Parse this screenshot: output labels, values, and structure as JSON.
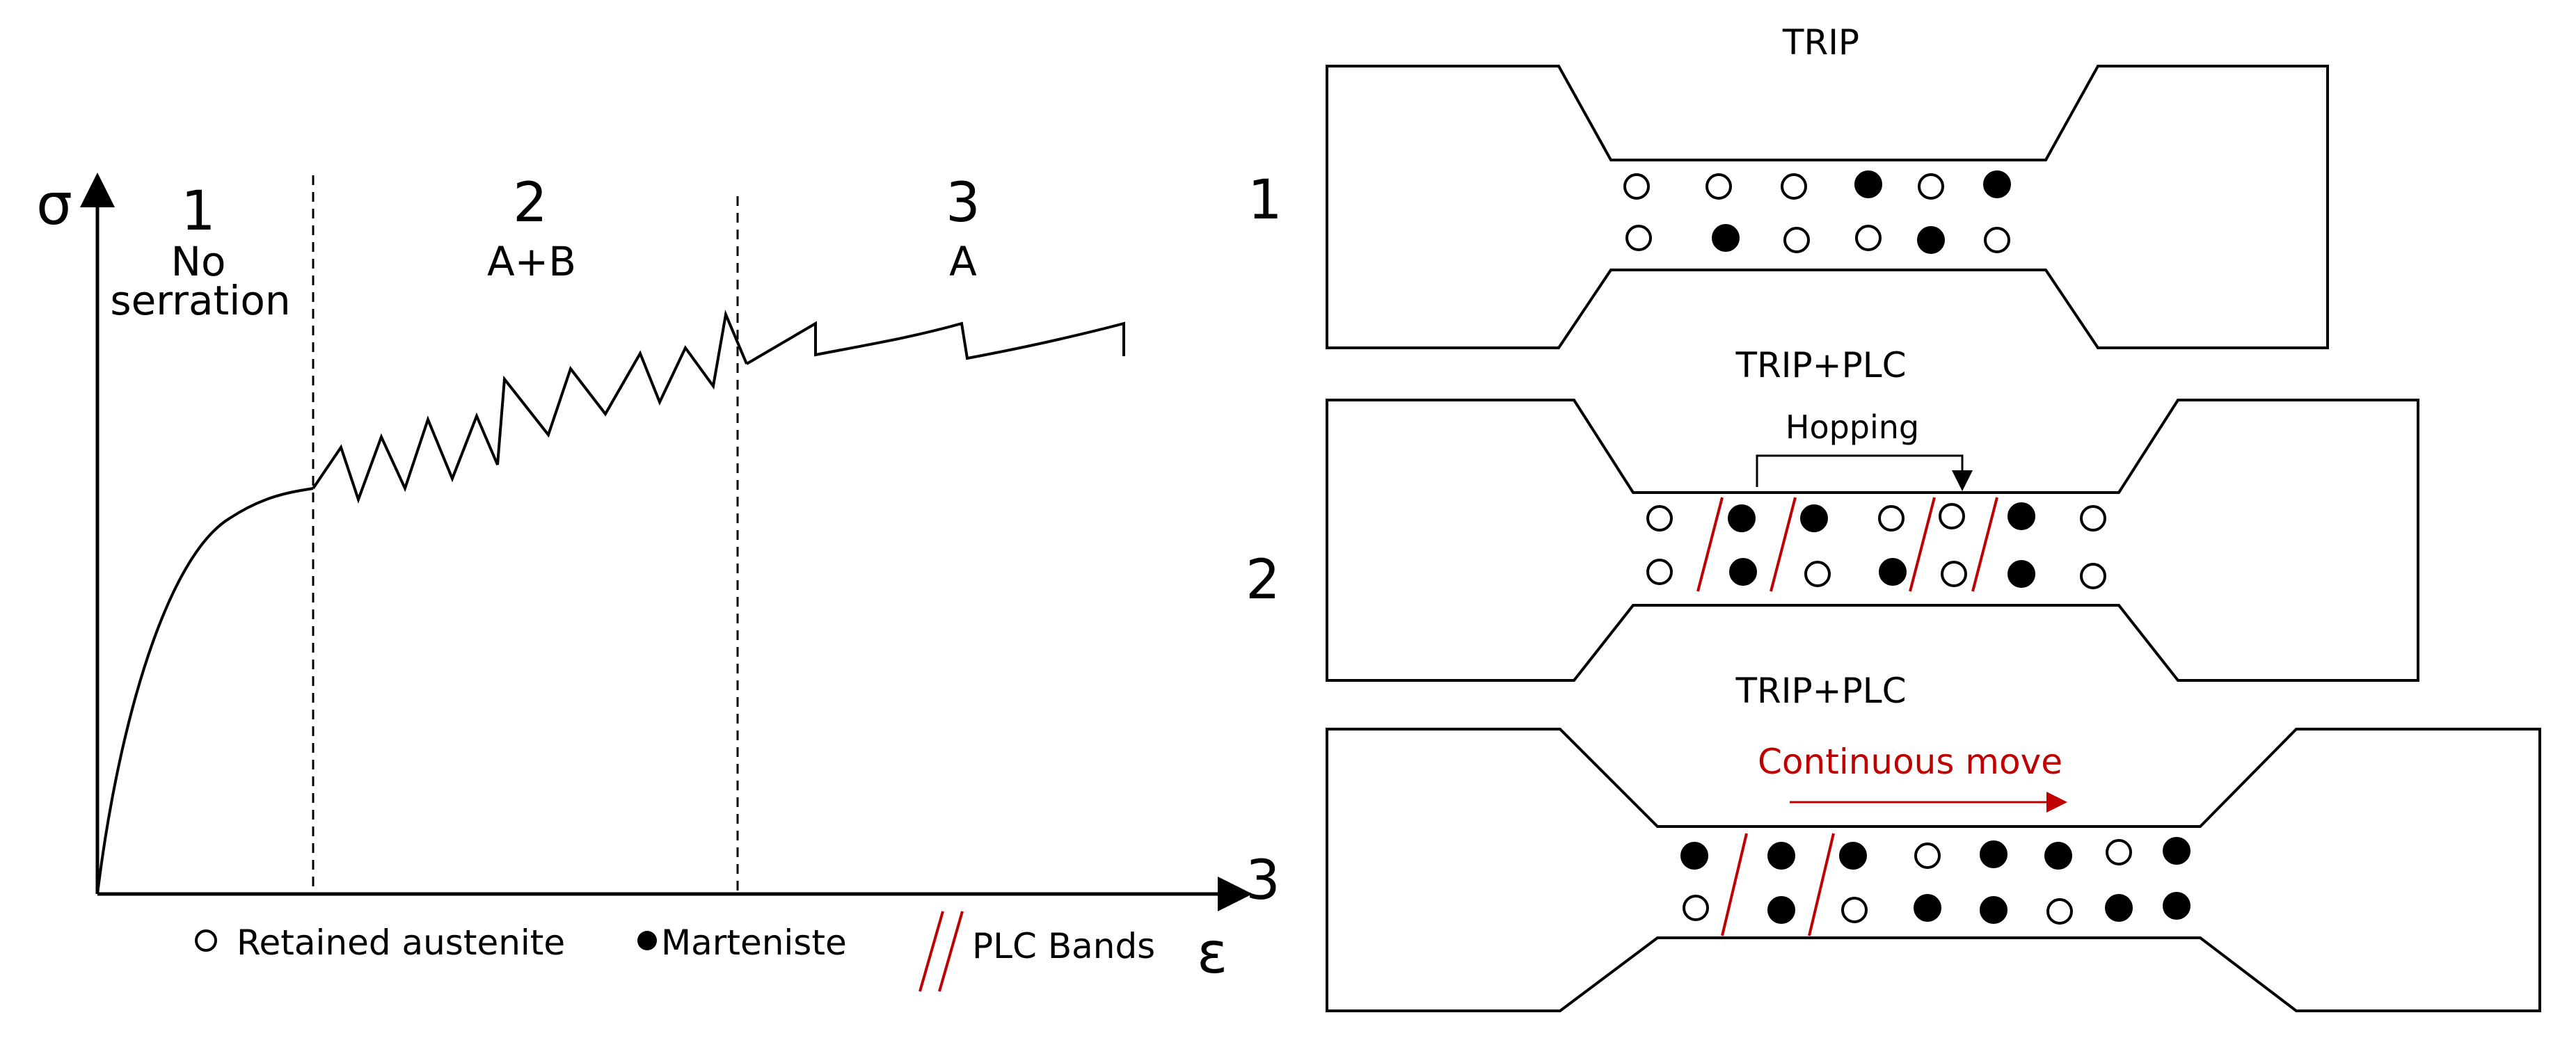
{
  "chart": {
    "y_axis_symbol": "σ",
    "x_axis_symbol": "ε",
    "regions": [
      {
        "number": "1",
        "label_line1": "No",
        "label_line2": "serration"
      },
      {
        "number": "2",
        "label": "A+B"
      },
      {
        "number": "3",
        "label": "A"
      }
    ]
  },
  "legend": {
    "retained_austenite": "Retained austenite",
    "martensite": "Marteniste",
    "plc_bands": "PLC Bands"
  },
  "specimens": [
    {
      "number": "1",
      "title": "TRIP"
    },
    {
      "number": "2",
      "title": "TRIP+PLC",
      "annotation": "Hopping"
    },
    {
      "number": "3",
      "title": "TRIP+PLC",
      "annotation": "Continuous move"
    }
  ],
  "colors": {
    "line": "#000000",
    "band": "#c00000",
    "annotation": "#c00000",
    "background": "#ffffff"
  }
}
